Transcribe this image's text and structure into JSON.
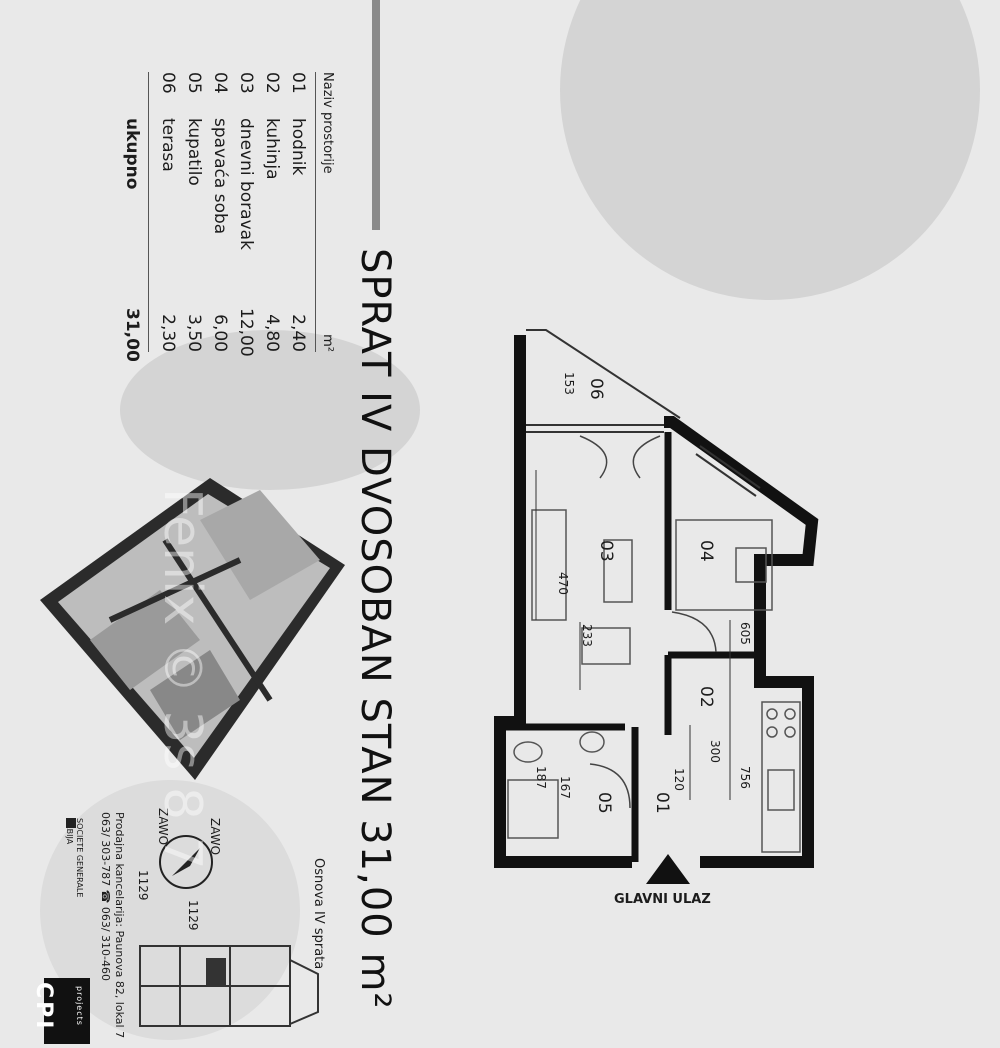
{
  "header": {
    "title": "SPRAT IV DVOSOBAN STAN 31,00 m²",
    "subtitle": "Osnova IV sprata"
  },
  "room_table": {
    "col_name": "Naziv prostorije",
    "col_area": "m²",
    "rows": [
      {
        "num": "01",
        "name": "hodnik",
        "area": "2,40"
      },
      {
        "num": "02",
        "name": "kuhinja",
        "area": "4,80"
      },
      {
        "num": "03",
        "name": "dnevni boravak",
        "area": "12,00"
      },
      {
        "num": "04",
        "name": "spavaća soba",
        "area": "6,00"
      },
      {
        "num": "05",
        "name": "kupatilo",
        "area": "3,50"
      },
      {
        "num": "06",
        "name": "terasa",
        "area": "2,30"
      }
    ],
    "total_label": "ukupno",
    "total_area": "31,00"
  },
  "plan": {
    "room_labels": [
      "01",
      "02",
      "03",
      "04",
      "05",
      "06"
    ],
    "dimensions": [
      "153",
      "470",
      "233",
      "605",
      "300",
      "120",
      "187",
      "167",
      "756"
    ],
    "entrance_label": "GLAVNI ULAZ"
  },
  "contact": {
    "line1": "Prodajna kancelarija: Paunova 82, lokal 7",
    "line2": "063/ 303-787 ☎ 063/ 310-460"
  },
  "bank": {
    "line1": "SOCIETE GENERALE",
    "line2": "SRBIJA"
  },
  "compass_labels": [
    "ZAWO",
    "ZAWO",
    "1129",
    "1129"
  ],
  "logo": {
    "main": "CPI",
    "sub": "projects"
  },
  "watermark": "Fenix © 3s 8 7",
  "colors": {
    "background": "#e9e9e9",
    "wall": "#111111",
    "accent_bar": "#8a8a8a"
  }
}
